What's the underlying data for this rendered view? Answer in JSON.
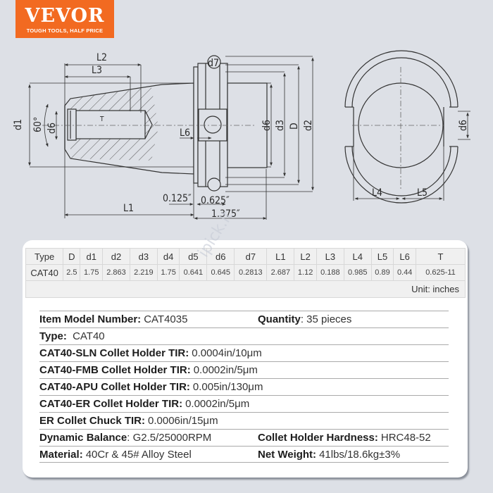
{
  "brand": {
    "name": "VEVOR",
    "tagline": "TOUGH TOOLS, HALF PRICE",
    "color": "#f26a21"
  },
  "watermark": "ipick.lt",
  "drawing": {
    "side_view_labels": {
      "L2": "L2",
      "L3": "L3",
      "d1": "d1",
      "angle": "60°",
      "d6": "d6",
      "T": "T",
      "L6": "L6",
      "L1": "L1",
      "d7": "d7",
      "d6b": "d6",
      "d3": "d3",
      "D": "D",
      "d2": "d2",
      "dim_0125": "0.125″",
      "dim_0625": "0.625″",
      "dim_1375": "1.375″"
    },
    "end_view_labels": {
      "d6": "d6",
      "L4": "L4",
      "L5": "L5"
    }
  },
  "table": {
    "headers": [
      "Type",
      "D",
      "d1",
      "d2",
      "d3",
      "d4",
      "d5",
      "d6",
      "d7",
      "L1",
      "L2",
      "L3",
      "L4",
      "L5",
      "L6",
      "T"
    ],
    "rows": [
      [
        "CAT40",
        "2.5",
        "1.75",
        "2.863",
        "2.219",
        "1.75",
        "0.641",
        "0.645",
        "0.2813",
        "2.687",
        "1.12",
        "0.188",
        "0.985",
        "0.89",
        "0.44",
        "0.625-11"
      ]
    ],
    "unit": "Unit: inches"
  },
  "specs": [
    [
      {
        "label": "Item Model Number:",
        "value": "CAT4035"
      },
      {
        "label": "Quantity",
        "value": ": 35 pieces"
      }
    ],
    [
      {
        "label": "Type:",
        "value": " CAT40"
      }
    ],
    [
      {
        "label": "CAT40-SLN Collet Holder TIR:",
        "value": "0.0004in/10μm"
      }
    ],
    [
      {
        "label": "CAT40-FMB Collet Holder TIR:",
        "value": "0.0002in/5μm"
      }
    ],
    [
      {
        "label": "CAT40-APU Collet Holder TIR:",
        "value": "0.005in/130μm"
      }
    ],
    [
      {
        "label": "CAT40-ER Collet Holder TIR:",
        "value": "0.0002in/5μm"
      }
    ],
    [
      {
        "label": "ER Collet Chuck TIR:",
        "value": "0.0006in/15μm"
      }
    ],
    [
      {
        "label": "Dynamic Balance",
        "value": ": G2.5/25000RPM"
      },
      {
        "label": "Collet Holder Hardness:",
        "value": "HRC48-52"
      }
    ],
    [
      {
        "label": "Material:",
        "value": "40Cr & 45# Alloy Steel"
      },
      {
        "label": "Net Weight:",
        "value": "41lbs/18.6kg±3%"
      }
    ]
  ]
}
